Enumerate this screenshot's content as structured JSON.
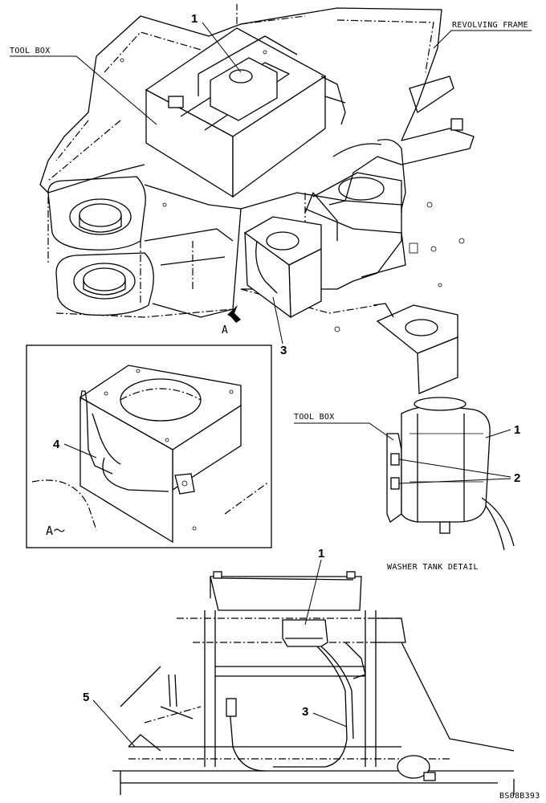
{
  "labels": {
    "tool_box_top": "TOOL BOX",
    "revolving_frame": "REVOLVING FRAME",
    "tool_box_detail": "TOOL BOX",
    "washer_tank_detail": "WASHER TANK DETAIL",
    "view_a_arrow": "A",
    "view_a_inset": "A～",
    "drawing_code": "BS08B393"
  },
  "callouts": {
    "c1_top": "1",
    "c3_top": "3",
    "c4_inset": "4",
    "c1_detail": "1",
    "c2_detail": "2",
    "c1_bottom": "1",
    "c3_bottom": "3",
    "c5_bottom": "5"
  }
}
